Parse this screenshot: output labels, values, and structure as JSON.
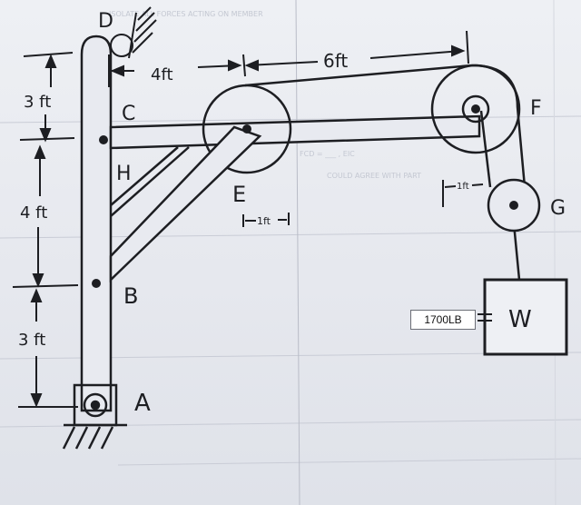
{
  "points": {
    "A": "A",
    "B": "B",
    "C": "C",
    "D": "D",
    "E": "E",
    "F": "F",
    "G": "G",
    "H": "H"
  },
  "weight_label": "W",
  "weight_value": "1700LB",
  "dimensions": {
    "top_horizontal_1": "4ft",
    "top_horizontal_2": "6ft",
    "vertical_upper": "3 ft",
    "vertical_middle": "4 ft",
    "vertical_lower": "3 ft",
    "pulley_e_radius": "1ft",
    "pulley_g_offset": "1ft"
  },
  "colors": {
    "ink": "#1d1e22",
    "paper": "#e9eaf0",
    "callout_bg": "#ffffff"
  }
}
